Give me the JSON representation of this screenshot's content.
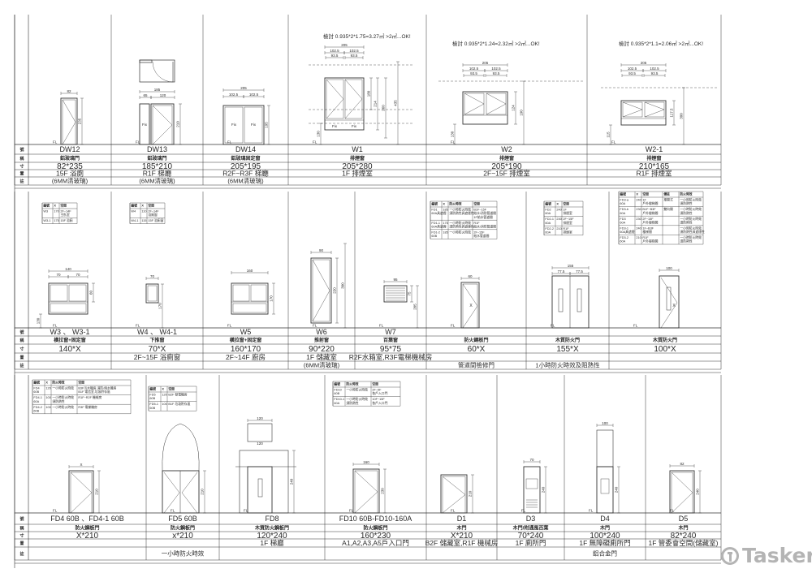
{
  "row_labels": [
    "號",
    "稱",
    "寸",
    "置",
    "註"
  ],
  "calc_notes": {
    "w1": "檢討 0.935*2*1.75=3.27㎡ >2㎡...OK!",
    "w2": "檢討 0.935*2*1.24=2.32㎡ >2㎡...OK!",
    "w2_1": "檢討 0.935*2*1.1=2.06㎡ >2㎡...OK!"
  },
  "common": {
    "fl": "FL",
    "fix": "Fix"
  },
  "bands": [
    {
      "items": [
        {
          "code": "DW12",
          "name": "鋁玻璃門",
          "size": "82*235",
          "location": "15F 浴廁",
          "note": "(6MM清玻璃)",
          "dims": [
            "82",
            "235"
          ]
        },
        {
          "code": "DW13",
          "name": "鋁玻璃門",
          "size": "185*210",
          "location": "R1F 梯廳",
          "note": "(6MM清玻璃)",
          "dims": [
            "185",
            "65",
            "120",
            "210"
          ]
        },
        {
          "code": "DW14",
          "name": "鋁玻璃固定窗",
          "size": "205*195",
          "location": "R2F~R3F 梯廳",
          "note": "(6MM清玻璃)",
          "dims": [
            "205",
            "102.5",
            "102.5",
            "195"
          ]
        },
        {
          "code": "W1",
          "name": "排煙窗",
          "size": "205*280",
          "location": "1F 排煙室",
          "note": "",
          "dims": [
            "205",
            "102.5",
            "102.5",
            "93.5",
            "93.5",
            "180",
            "214",
            "260",
            "435",
            "130"
          ]
        },
        {
          "code": "W2",
          "name": "排煙窗",
          "size": "205*190",
          "location": "2F~15F 排煙室",
          "note": "",
          "dims": [
            "205",
            "102.5",
            "102.5",
            "93.5",
            "93.5",
            "124",
            "190",
            "130"
          ]
        },
        {
          "code": "W2-1",
          "name": "排煙窗",
          "size": "210*165",
          "location": "R1F 排煙室",
          "note": "",
          "dims": [
            "205",
            "102.5",
            "102.5",
            "93.5",
            "93.5",
            "117.5",
            "300",
            "115"
          ]
        }
      ]
    },
    {
      "items": [
        {
          "code": "W3 、 W3-1",
          "name": "橫拉窗+固定窗",
          "size": "140*X",
          "location": "",
          "note": "",
          "dims": [
            "140",
            "70",
            "70",
            "60",
            "130"
          ]
        },
        {
          "code": "W4 、 W4-1",
          "name": "下推窗",
          "size": "70*X",
          "location": "2F~15F 浴廁窗",
          "note": "",
          "dims": [
            "70",
            "170"
          ]
        },
        {
          "code": "W5",
          "name": "橫拉窗+固定窗",
          "size": "160*170",
          "location": "2F~14F 廚房",
          "note": "",
          "dims": [
            "160",
            "170"
          ]
        },
        {
          "code": "W6",
          "name": "推射窗",
          "size": "90*220",
          "location": "1F 儲藏室",
          "note": "(6MM清玻璃)",
          "dims": [
            "90",
            "220",
            "300"
          ]
        },
        {
          "code": "W7",
          "name": "百葉窗",
          "size": "95*75",
          "location": "R2F水箱室,R3F電梯機械房",
          "note": "",
          "dims": [
            "95",
            "75",
            "205"
          ]
        },
        {
          "code": "",
          "name": "防火鋼板門",
          "size": "60*X",
          "location": "",
          "note": "管道間檢修門",
          "dims": [
            "60",
            "X"
          ]
        },
        {
          "code": "",
          "name": "木質防火門",
          "size": "155*X",
          "location": "",
          "note": "1小時防火時效及阻熱性",
          "dims": [
            "155",
            "77.5",
            "77.5"
          ]
        },
        {
          "code": "",
          "name": "木質防火門",
          "size": "100*X",
          "location": "",
          "note": "",
          "dims": [
            "100",
            "X"
          ]
        }
      ]
    },
    {
      "items": [
        {
          "code": "FD4 60B 、FD4-1 60B",
          "name": "防火鋼板門",
          "size": "X*210",
          "location": "",
          "note": "",
          "dims": [
            "X",
            "210"
          ]
        },
        {
          "code": "FD5 60B",
          "name": "防火鋼板門",
          "size": "x*210",
          "location": "",
          "note": "一小時防火時效",
          "dims": [
            "210"
          ]
        },
        {
          "code": "FD8",
          "name": "木質防火鋼板門",
          "size": "120*240",
          "location": "1F 梯廳",
          "note": "",
          "dims": [
            "120",
            "120",
            "240"
          ]
        },
        {
          "code": "FD10 60B-FD10-160A",
          "name": "防火鋼板門",
          "size": "160*230",
          "location": "A1,A2,A3,A5戶入口門",
          "note": "",
          "dims": [
            "160",
            "230"
          ]
        },
        {
          "code": "D1",
          "name": "木門",
          "size": "X*210",
          "location": "B2F 儲藏室,R1F 機械房",
          "note": "",
          "dims": [
            "210"
          ]
        },
        {
          "code": "D3",
          "name": "木門/附通風百葉",
          "size": "70*240",
          "location": "1F 廁所門",
          "note": "",
          "dims": [
            "70",
            "240"
          ]
        },
        {
          "code": "D4",
          "name": "木門",
          "size": "100*240",
          "location": "1F 無障礙廁所門",
          "note": "鋁合金門",
          "dims": [
            "100",
            "240"
          ]
        },
        {
          "code": "D5",
          "name": "木門",
          "size": "82*240",
          "location": "1F 管委會空間(儲藏室)",
          "note": "",
          "dims": [
            "82",
            "240"
          ]
        }
      ]
    }
  ],
  "legend_tables": {
    "w3": {
      "headers": [
        "編號",
        "X",
        "空間"
      ],
      "rows": [
        [
          "W3",
          "170",
          [
            "2F~14F",
            "主臥室"
          ]
        ],
        [
          "W3-1",
          "175",
          "15F 浴廁"
        ]
      ]
    },
    "w4": {
      "headers": [
        "編號",
        "X",
        "空間"
      ],
      "rows": [
        [
          "W4",
          "110",
          [
            "2F~14F",
            "浴廁窗"
          ]
        ],
        [
          "W4-1",
          "115",
          "15F 浴廁窗"
        ]
      ]
    },
    "fd1": {
      "headers": [
        "編號",
        "X",
        "防火時效",
        "空間"
      ],
      "rows": [
        [
          [
            "FD1",
            "60A具遮煙"
          ],
          "185",
          [
            "一小時防火時效",
            "須防熱性具遮煙性"
          ],
          [
            "B1F~15F",
            "給水/消防管道間",
            "1F給水管道間"
          ]
        ],
        [
          [
            "FD1-1",
            "60A具遮煙"
          ],
          "175",
          [
            "一小時防火時效",
            "須防熱性具遮煙性"
          ],
          [
            "R1F",
            "給水/消防管道間"
          ]
        ],
        [
          [
            "FD1-2",
            "60B"
          ],
          "185",
          "一小時防火時效",
          [
            "2F~15F",
            "給水管道間"
          ]
        ]
      ]
    },
    "fd2": {
      "headers": [
        "編號",
        "X",
        "空間"
      ],
      "rows": [
        [
          [
            "FD2",
            "60A"
          ],
          "240",
          [
            "1F",
            "排煙室"
          ]
        ],
        [
          [
            "FD2-1",
            "60A"
          ],
          "230",
          [
            "2F~15F",
            "排煙室"
          ]
        ],
        [
          [
            "FD2-2",
            "60A"
          ],
          "210",
          [
            "R1F",
            "排煙室"
          ]
        ]
      ]
    },
    "fd3": {
      "headers": [
        "編號",
        "X",
        "空間",
        "備註",
        "防火時效"
      ],
      "rows": [
        [
          [
            "FD3-a",
            "60A"
          ],
          "240",
          [
            "1F",
            "戶外樓梯間"
          ],
          "推開式",
          [
            "一小時防火時效",
            "須防熱性"
          ]
        ],
        [
          [
            "FD3-b",
            "60A"
          ],
          "230",
          [
            "B1F~B3F",
            "戶外樓梯間"
          ],
          "雙向開",
          [
            "一小時防火時效",
            "須防熱性"
          ]
        ],
        [
          [
            "FD3",
            "60A"
          ],
          "230",
          [
            "2F~15F",
            "戶外樓梯間"
          ],
          "",
          [
            "一小時防火時效",
            "須防熱性"
          ]
        ],
        [
          [
            "FD3-1",
            "60A具遮煙"
          ],
          "240",
          [
            "1F~B3F",
            "樓梯間"
          ],
          "",
          [
            "一小時防火時效",
            "須防熱性具遮煙性"
          ]
        ],
        [
          [
            "FD3-2",
            "60A"
          ],
          "210",
          [
            "R1F",
            "戶外樓梯間"
          ],
          "",
          [
            "一小時防火時效",
            "須防熱性"
          ]
        ]
      ]
    },
    "fd4": {
      "headers": [
        "編號",
        "X",
        "防火時效",
        "空間"
      ],
      "rows": [
        [
          [
            "FD4",
            "60B"
          ],
          "120",
          "一小時防火時效",
          [
            "B3F污水機房,消防/雨水機房",
            "B1F 電信室,垃圾貯存區"
          ]
        ],
        [
          [
            "FD4-1",
            "60A"
          ],
          "100",
          [
            "一小時防火時效",
            "須防熱性"
          ],
          "R1F~R2F 機械房"
        ],
        [
          [
            "FD4-2",
            "60B"
          ],
          "100",
          "一小時防火時效",
          "R3F 電梯機房"
        ]
      ]
    },
    "fd5": {
      "headers": [
        "編號",
        "X",
        "空間"
      ],
      "rows": [
        [
          [
            "FD5",
            "60B"
          ],
          "120",
          "B2F 發電機房"
        ],
        [
          [
            "FD5-1",
            "60B"
          ],
          "100",
          "B1F 垃圾貯存區"
        ]
      ]
    },
    "fd10": {
      "headers": [
        "編號",
        "防火時效",
        "空間"
      ],
      "rows": [
        [
          [
            "FD10",
            "60B"
          ],
          "一小時防火時效",
          [
            "2F~9F",
            "各戶入口門"
          ]
        ],
        [
          [
            "FD10-1",
            "60A"
          ],
          [
            "一小時防火時效",
            "須防熱性"
          ],
          [
            "10F~15F",
            "各戶入口門"
          ]
        ]
      ]
    }
  },
  "watermark": "Tasker",
  "colors": {
    "line": "#333333",
    "watermark": "#b4b4b4"
  }
}
